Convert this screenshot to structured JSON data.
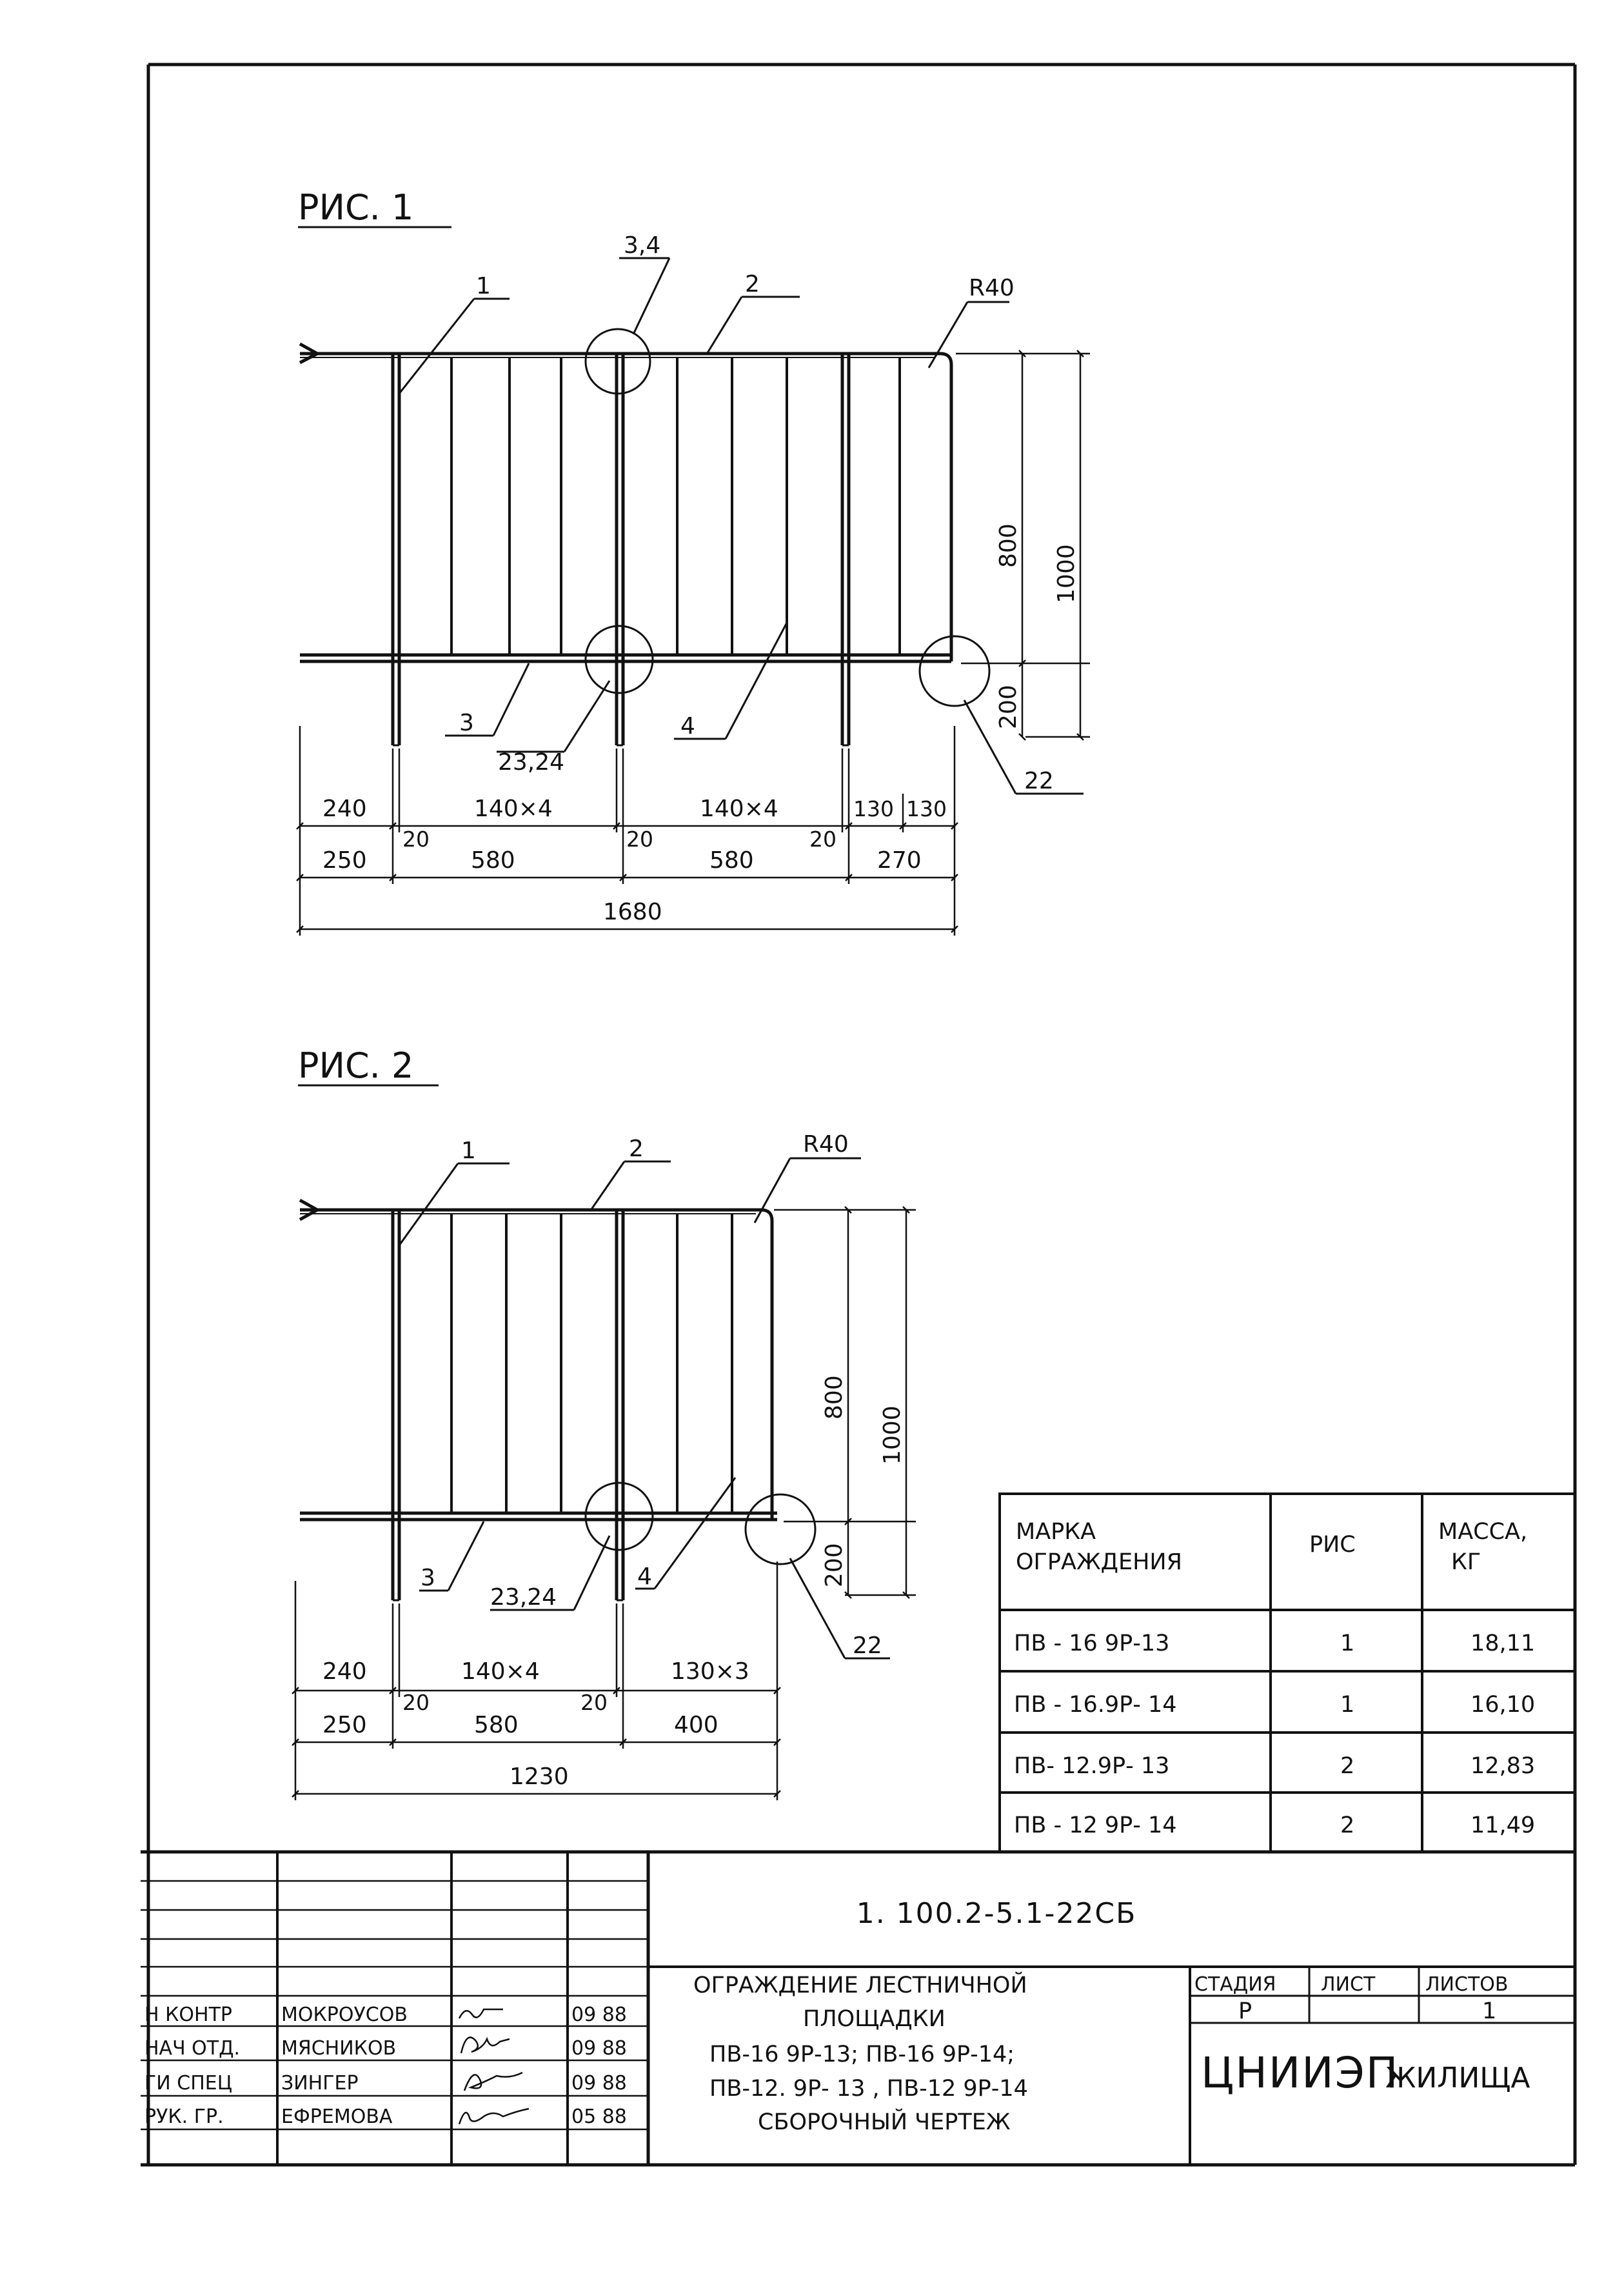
{
  "fig1": {
    "title": "РИС. 1",
    "callouts": {
      "p1": "1",
      "p2": "2",
      "p34": "3,4",
      "r": "R40",
      "p3": "3",
      "p2324": "23,24",
      "p4": "4",
      "p22": "22"
    },
    "vdims": {
      "h800": "800",
      "h1000": "1000",
      "h200": "200"
    },
    "dims_top": [
      "240",
      "140×4",
      "140×4",
      "130",
      "130"
    ],
    "dims_small": [
      "20",
      "20",
      "20"
    ],
    "dims_mid": [
      "250",
      "580",
      "580",
      "270"
    ],
    "total": "1680"
  },
  "fig2": {
    "title": "РИС. 2",
    "callouts": {
      "p1": "1",
      "p2": "2",
      "r": "R40",
      "p3": "3",
      "p2324": "23,24",
      "p4": "4",
      "p22": "22"
    },
    "vdims": {
      "h800": "800",
      "h1000": "1000",
      "h200": "200"
    },
    "dims_top": [
      "240",
      "140×4",
      "130×3"
    ],
    "dims_small": [
      "20",
      "20"
    ],
    "dims_mid": [
      "250",
      "580",
      "400"
    ],
    "total": "1230"
  },
  "mass_table": {
    "headers": {
      "mark_l1": "МАРКА",
      "mark_l2": "ОГРАЖДЕНИЯ",
      "fig": "РИС",
      "mass_l1": "МАССА,",
      "mass_l2": "КГ"
    },
    "rows": [
      {
        "mark": "ПВ - 16 9Р-13",
        "fig": "1",
        "mass": "18,11"
      },
      {
        "mark": "ПВ - 16.9Р- 14",
        "fig": "1",
        "mass": "16,10"
      },
      {
        "mark": "ПВ- 12.9Р- 13",
        "fig": "2",
        "mass": "12,83"
      },
      {
        "mark": "ПВ - 12 9Р- 14",
        "fig": "2",
        "mass": "11,49"
      }
    ]
  },
  "title_block": {
    "doc_code": "1. 100.2-5.1-22СБ",
    "title_lines": [
      "ОГРАЖДЕНИЕ ЛЕСТНИЧНОЙ",
      "ПЛОЩАДКИ",
      "ПВ-16 9Р-13; ПВ-16 9Р-14;",
      "ПВ-12. 9Р- 13 , ПВ-12 9Р-14",
      "СБОРОЧНЫЙ ЧЕРТЕЖ"
    ],
    "stage_label": "СТАДИЯ",
    "sheet_label": "ЛИСТ",
    "sheets_label": "ЛИСТОВ",
    "stage": "Р",
    "sheet": "",
    "sheets": "1",
    "org_main": "ЦНИИЭП",
    "org_sub": "ЖИЛИЩА",
    "signatures": [
      {
        "role": "Н КОНТР",
        "name": "МОКРОУСОВ",
        "date": "09 88"
      },
      {
        "role": "НАЧ ОТД.",
        "name": "МЯСНИКОВ",
        "date": "09 88"
      },
      {
        "role": "ГИ СПЕЦ",
        "name": "ЗИНГЕР",
        "date": "09 88"
      },
      {
        "role": "РУК. ГР.",
        "name": "ЕФРЕМОВА",
        "date": "05 88"
      }
    ]
  }
}
